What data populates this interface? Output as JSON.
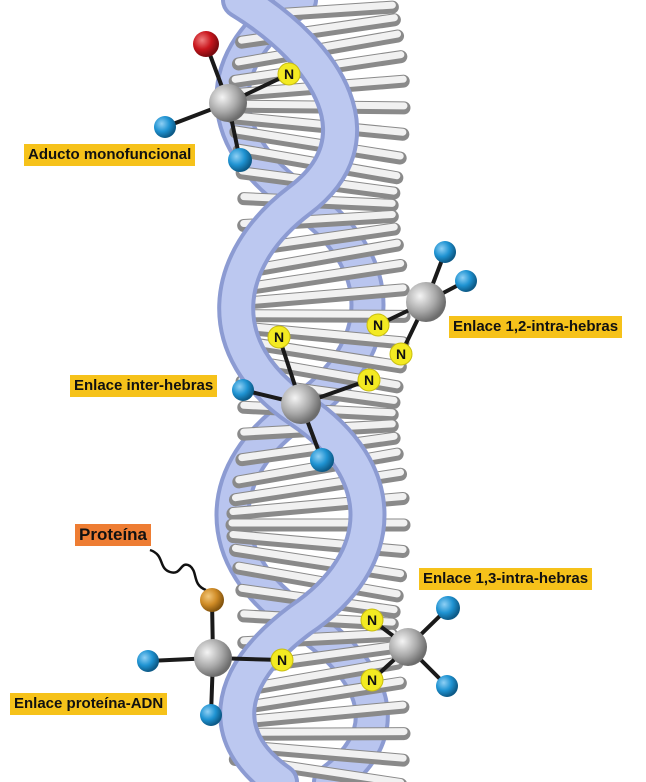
{
  "labels": {
    "monofunctional": "Aducto monofuncional",
    "intra12": "Enlace 1,2-intra-hebras",
    "inter": "Enlace inter-hebras",
    "intra13": "Enlace 1,3-intra-hebras",
    "protein_dna": "Enlace proteína-ADN",
    "protein": "Proteína"
  },
  "nitrogen_symbol": "N",
  "colors": {
    "label_bg": "#f6c21a",
    "protein_label_bg": "#ee7d33",
    "backbone": "#a9b7e6",
    "base_pair": "#dcdcdc",
    "platinum": "#a9a9a9",
    "nitrogen": "#f3ea22",
    "ligand": "#1f93d2",
    "oxygen": "#c9161d",
    "sulfur": "#cf8b26"
  }
}
